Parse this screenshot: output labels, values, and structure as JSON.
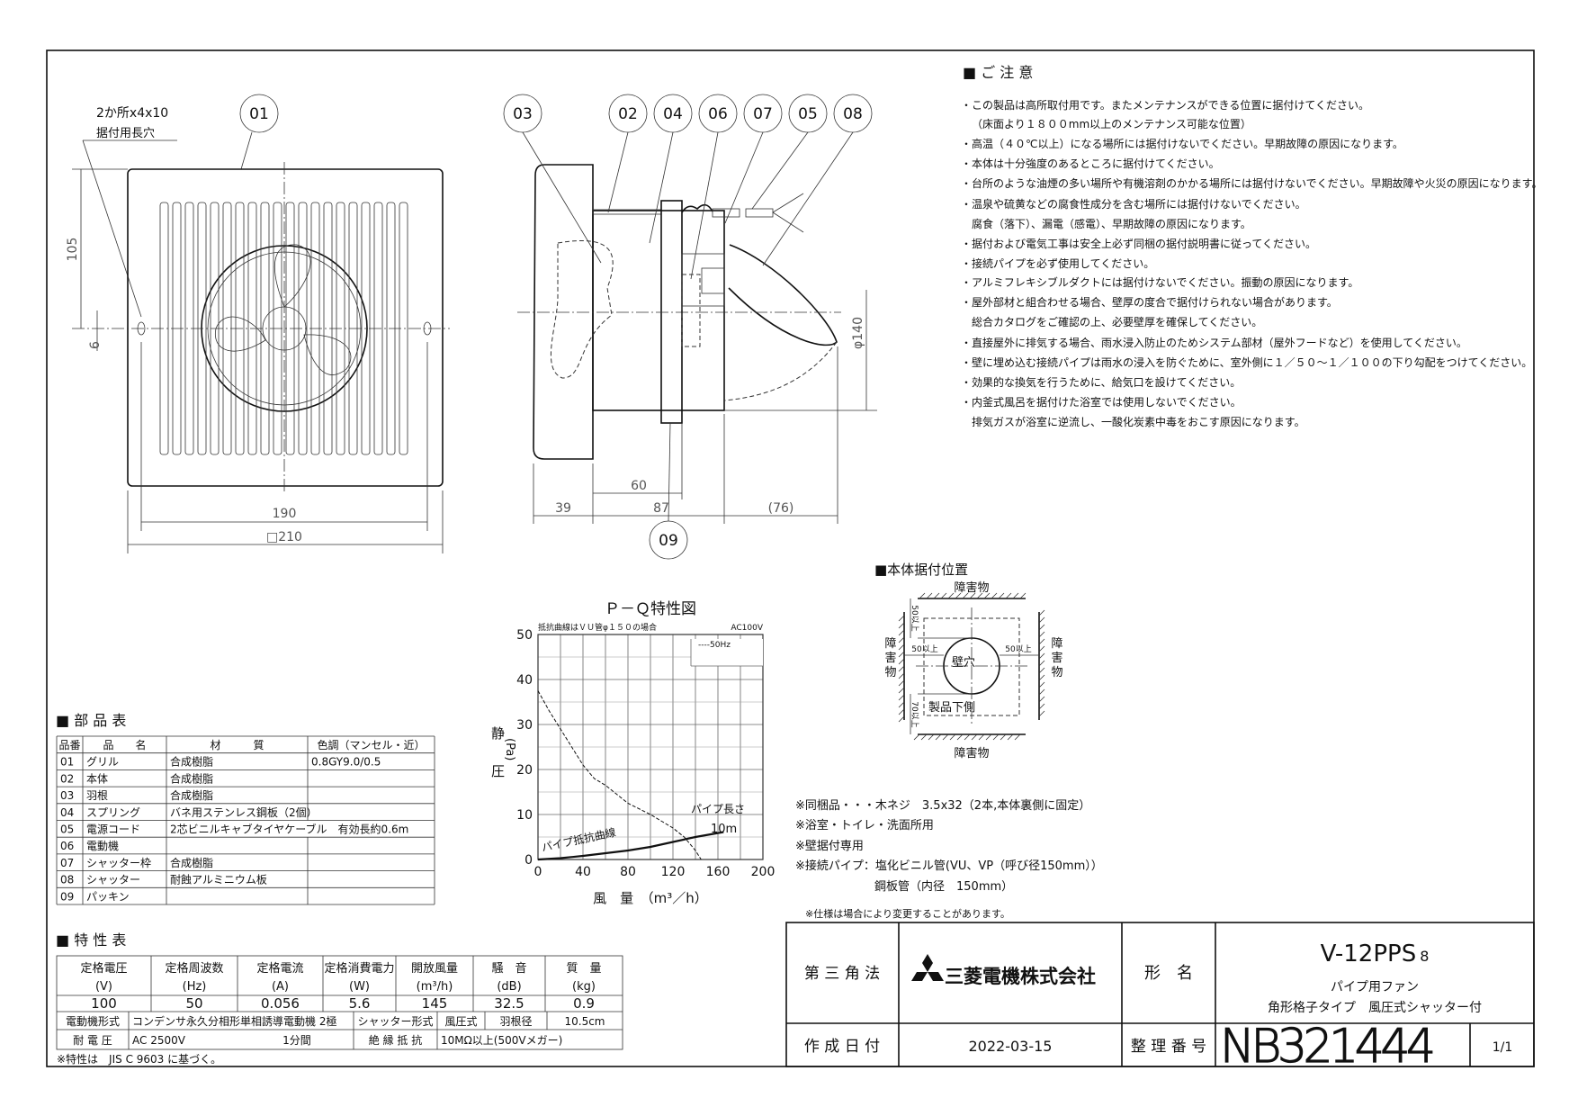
{
  "front_view": {
    "callout": "01",
    "hole_note_1": "2か所x4x10",
    "hole_note_2": "据付用長穴",
    "dim_105": "105",
    "dim_6": "6",
    "dim_190": "190",
    "dim_210": "□210"
  },
  "side_view": {
    "callouts": [
      "03",
      "02",
      "04",
      "06",
      "07",
      "05",
      "08",
      "09"
    ],
    "dim_39": "39",
    "dim_60": "60",
    "dim_87": "87",
    "dim_76": "(76)",
    "dim_phi140": "φ140"
  },
  "cautions": {
    "title": "■ ご 注 意",
    "lines": [
      "・この製品は高所取付用です。またメンテナンスができる位置に据付けてください。",
      "（床面より１８００mm以上のメンテナンス可能な位置）",
      "・高温（４０℃以上）になる場所には据付けないでください。早期故障の原因になります。",
      "・本体は十分強度のあるところに据付けてください。",
      "・台所のような油煙の多い場所や有機溶剤のかかる場所には据付けないでください。早期故障や火災の原因になります。",
      "・温泉や硫黄などの腐食性成分を含む場所には据付けないでください。",
      "腐食（落下）、漏電（感電）、早期故障の原因になります。",
      "・据付および電気工事は安全上必ず同梱の据付説明書に従ってください。",
      "・接続パイプを必ず使用してください。",
      "・アルミフレキシブルダクトには据付けないでください。振動の原因になります。",
      "・屋外部材と組合わせる場合、壁厚の度合で据付けられない場合があります。",
      "総合カタログをご確認の上、必要壁厚を確保してください。",
      "・直接屋外に排気する場合、雨水浸入防止のためシステム部材（屋外フードなど）を使用してください。",
      "・壁に埋め込む接続パイプは雨水の浸入を防ぐために、室外側に１／５０～１／１００の下り勾配をつけてください。",
      "・効果的な換気を行うために、給気口を設けてください。",
      "・内釜式風呂を据付けた浴室では使用しないでください。",
      "排気ガスが浴室に逆流し、一酸化炭素中毒をおこす原因になります。"
    ]
  },
  "install_position": {
    "title": "■本体据付位置",
    "obstacle_top": "障害物",
    "obstacle_bottom": "障害物",
    "obstacle_left": "障害物",
    "obstacle_right": "障害物",
    "clear_top": "50以上",
    "clear_left": "50以上",
    "clear_right": "50以上",
    "clear_bottom": "70以上",
    "wall_hole": "壁穴",
    "product_bottom": "製品下側"
  },
  "chart_data": {
    "type": "line",
    "title": "Ｐ－Ｑ特性図",
    "note_left": "抵抗曲線はＶＵ管φ１５０の場合",
    "note_right": "AC100V",
    "xlabel": "風　量　（m³／h）",
    "ylabel_1": "静",
    "ylabel_2": "圧",
    "ylabel_unit": "(Pa)",
    "xlim": [
      0,
      200
    ],
    "ylim": [
      0,
      50
    ],
    "x_ticks": [
      "0",
      "40",
      "80",
      "120",
      "160",
      "200"
    ],
    "y_ticks": [
      "0",
      "10",
      "20",
      "30",
      "40",
      "50"
    ],
    "grid": true,
    "legend_placement": "top-right",
    "series": [
      {
        "name": "50Hz",
        "legend_label": "----50Hz",
        "style": "dashed",
        "x": [
          0,
          10,
          20,
          30,
          40,
          50,
          60,
          80,
          100,
          110,
          120,
          130,
          140,
          145
        ],
        "y": [
          37.5,
          33,
          29,
          25,
          21,
          18,
          16.5,
          12.5,
          10,
          8.5,
          7,
          5,
          2,
          0
        ]
      },
      {
        "name": "パイプ抵抗曲線",
        "style": "solid",
        "x": [
          0,
          20,
          40,
          60,
          80,
          100,
          120,
          140,
          165
        ],
        "y": [
          0,
          0.3,
          0.8,
          1.4,
          2,
          2.8,
          3.9,
          5,
          6.1
        ]
      }
    ],
    "annotations": [
      "パイプ抵抗曲線",
      "パイプ長さ",
      "10m"
    ]
  },
  "parts_table": {
    "title": "■ 部 品 表",
    "headers": [
      "品番",
      "品　　名",
      "材　　　質",
      "色調（マンセル・近）"
    ],
    "rows": [
      [
        "01",
        "グリル",
        "合成樹脂",
        "0.8GY9.0/0.5"
      ],
      [
        "02",
        "本体",
        "合成樹脂",
        ""
      ],
      [
        "03",
        "羽根",
        "合成樹脂",
        ""
      ],
      [
        "04",
        "スプリング",
        "バネ用ステンレス鋼板（2個）",
        ""
      ],
      [
        "05",
        "電源コード",
        "2芯ビニルキャブタイヤケーブル　有効長約0.6m",
        ""
      ],
      [
        "06",
        "電動機",
        "",
        ""
      ],
      [
        "07",
        "シャッター枠",
        "合成樹脂",
        ""
      ],
      [
        "08",
        "シャッター",
        "耐蝕アルミニウム板",
        ""
      ],
      [
        "09",
        "パッキン",
        "",
        ""
      ]
    ]
  },
  "spec_table": {
    "title": "■ 特 性 表",
    "headers": [
      [
        "定格電圧",
        "(V)"
      ],
      [
        "定格周波数",
        "(Hz)"
      ],
      [
        "定格電流",
        "(A)"
      ],
      [
        "定格消費電力",
        "(W)"
      ],
      [
        "開放風量",
        "(m³/h)"
      ],
      [
        "騒　音",
        "(dB)"
      ],
      [
        "質　量",
        "(kg)"
      ]
    ],
    "values": [
      "100",
      "50",
      "0.056",
      "5.6",
      "145",
      "32.5",
      "0.9"
    ],
    "motor_label": "電動機形式",
    "motor_value": "コンデンサ永久分相形単相誘導電動機 2極",
    "shutter_label": "シャッター形式",
    "shutter_value": "風圧式",
    "blade_label": "羽根径",
    "blade_value": "10.5cm",
    "withstand_label": "耐 電 圧",
    "withstand_value": "AC 2500V",
    "withstand_time": "1分間",
    "insulation_label": "絶 縁 抵 抗",
    "insulation_value": "10MΩ以上(500Vメガー)",
    "note": "※特性は　JIS C 9603 に基づく。"
  },
  "notes": [
    "※同梱品・・・木ネジ　3.5x32（2本,本体裏側に固定）",
    "※浴室・トイレ・洗面所用",
    "※壁据付専用",
    "※接続パイプ：塩化ビニル管(VU、VP（呼び径150mm））",
    "鋼板管（内径　150mm）"
  ],
  "spec_change_note": "※仕様は場合により変更することがあります。",
  "title_block": {
    "projection": "第 三 角 法",
    "company": "三菱電機株式会社",
    "model_label": "形　名",
    "model": "V-12PPS",
    "model_suffix": "8",
    "product_line_1": "パイプ用ファン",
    "product_line_2": "角形格子タイプ　風圧式シャッター付",
    "date_label": "作 成 日 付",
    "date": "2022-03-15",
    "number_label": "整 理 番 号",
    "number": "NB321444",
    "sheet": "1/1",
    "logo_color": "#111111"
  }
}
